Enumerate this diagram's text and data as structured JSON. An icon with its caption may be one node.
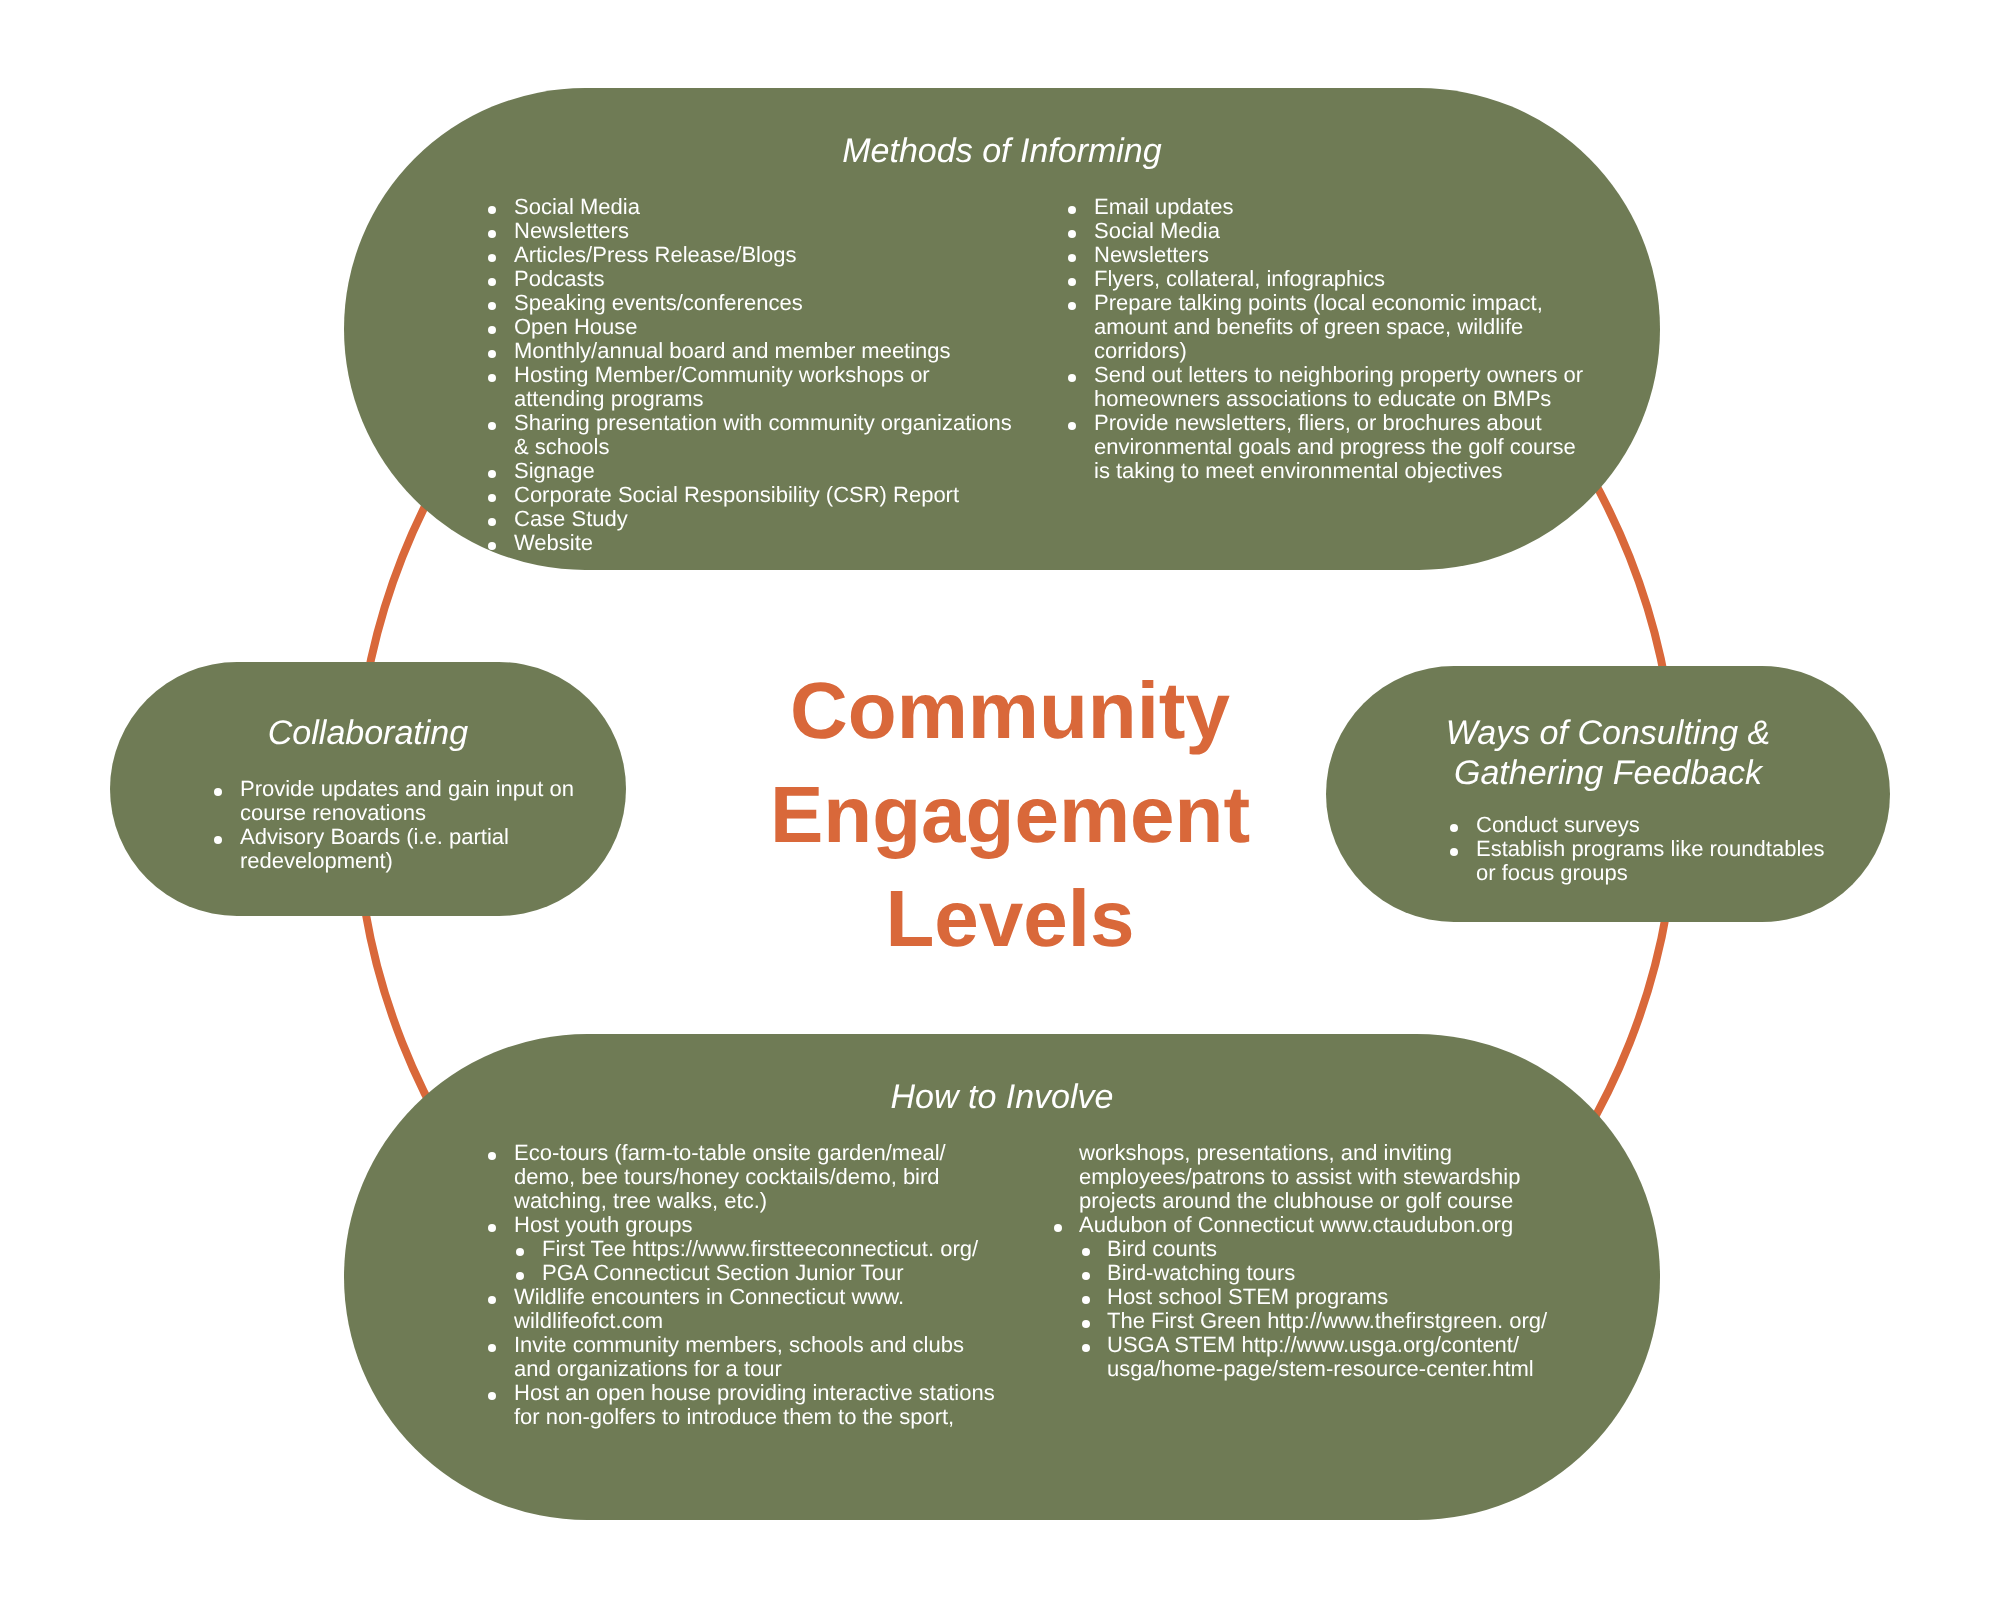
{
  "diagram": {
    "title": "Community Engagement Levels",
    "nodes": [
      {
        "text": [
          "Methods of Informing",
          "Social Media",
          "Newsletters",
          "Articles/Press Release/Blogs",
          "Podcasts",
          "Speaking events/conferences",
          "Open House",
          "Monthly/annual board and member meetings",
          "Hosting Member/Community workshops or attending programs",
          "Sharing presentation with community organizations & schools",
          "Signage",
          "Corporate Social Responsibility (CSR) Report",
          "Case Study",
          "Website",
          "Email updates",
          "Social Media",
          "Newsletters",
          "Flyers, collateral, infographics",
          "Prepare talking points (local economic impact, amount and benefits of green space, wildlife corridors)",
          "Send out letters to neighboring property owners or homeowners associations to educate on BMPs",
          "Provide newsletters, fliers, or brochures about environmental goals and progress the golf course is taking to meet environmental objectives"
        ]
      },
      {
        "text": [
          "Collaborating",
          "Provide updates and gain input on course renovations",
          "Advisory Boards (i.e. partial redevelopment)"
        ]
      },
      {
        "text": [
          "Ways of Consulting & Gathering Feedback",
          "Conduct surveys",
          "Establish programs like roundtables or focus groups"
        ]
      },
      {
        "text": [
          "How to Involve",
          "Eco-tours (farm-to-table onsite garden/meal/ demo, bee tours/honey cocktails/demo, bird watching, tree walks, etc.)",
          "Host youth groups",
          "First Tee https://www.firstteeconnecticut. org/",
          "PGA Connecticut Section Junior Tour",
          "Wildlife encounters in Connecticut www. wildlifeofct.com",
          "Invite community members, schools and clubs and organizations for a tour",
          "Host an open house providing interactive stations for non-golfers to introduce them to the sport, workshops, presentations, and inviting employees/patrons to assist with stewardship projects around the clubhouse or golf course",
          "Audubon of Connecticut www.ctaudubon.org",
          "Bird counts",
          "Bird-watching tours",
          "Host school STEM programs",
          "The First Green http://www.thefirstgreen. org/",
          "USGA STEM http://www.usga.org/content/ usga/home-page/stem-resource-center.html"
        ]
      }
    ]
  }
}
